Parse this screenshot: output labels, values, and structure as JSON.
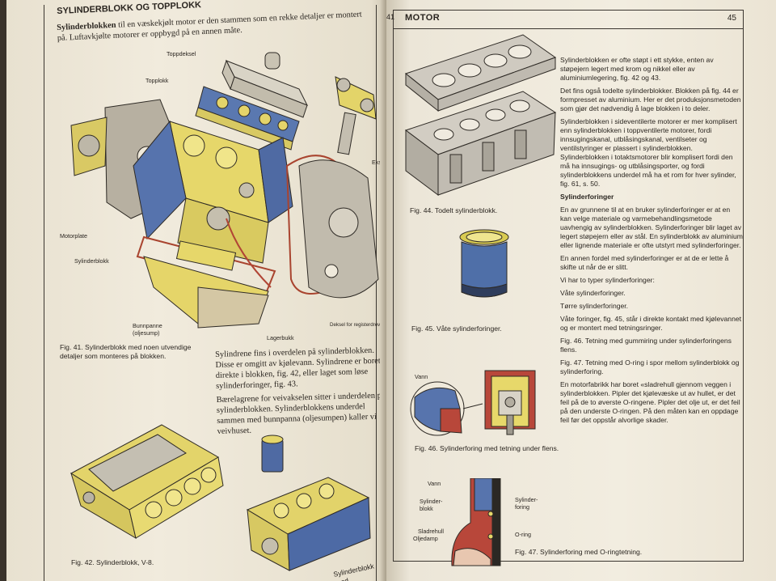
{
  "left_page": {
    "title": "SYLINDERBLOKK OG TOPPLOKK",
    "intro_bold": "Sylinderblokken",
    "intro_rest": " til en væskekjølt motor er den stammen som en rekke detaljer er montert på. Luftavkjølte motorer er oppbygd på en annen måte.",
    "labels": {
      "toppdeksel": "Toppdeksel",
      "topplokk": "Topplokk",
      "motorplate": "Motorplate",
      "sylinderblokk": "Sylinderblokk",
      "bunnpanne": "Bunnpanne",
      "oljesump": "(oljesump)",
      "lagerbukk": "Lagerbukk",
      "deksel": "Deksel for registerdrev",
      "eksos": "Eksos"
    },
    "fig41_caption": "Fig. 41. Sylinderblokk med noen utvendige detaljer som monteres på blokken.",
    "body_p1": "Sylindrene fins i overdelen på sylinderblokken. Disse er omgitt av kjølevann. Sylindrene er boret direkte i blokken, fig. 42, eller laget som løse sylinderforinger, fig. 43.",
    "body_p2": "Bærelagrene for veivakselen sitter i underdelen på sylinderblokken. Sylinderblokkens underdel sammen med bunnpanna (oljesumpen) kaller vi veivhuset.",
    "fig42_caption": "Fig. 42. Sylinderblokk, V-8.",
    "fig43_partial": "Sylinderblokk med"
  },
  "right_page": {
    "corner_number": "41",
    "header_title": "MOTOR",
    "page_number": "45",
    "fig44_caption": "Fig. 44. Todelt sylinderblokk.",
    "fig45_caption": "Fig. 45. Våte sylinderforinger.",
    "fig46_caption": "Fig. 46. Sylinderforing med tetning under flens.",
    "fig46_label": "Vann",
    "fig47_caption": "Fig. 47. Sylinderforing med O-ringtetning.",
    "fig47_labels": {
      "vann": "Vann",
      "sylinderblokk": "Sylinder-\nblokk",
      "sylinderforing": "Sylinder-\nforing",
      "sladrehull": "Sladrehull",
      "oljedamp": "Oljedamp",
      "oring": "O-ring"
    },
    "paragraphs": [
      "Sylinderblokken er ofte støpt i ett stykke, enten av støpejern legert med krom og nikkel eller av aluminiumlegering, fig. 42 og 43.",
      "Det fins også todelte sylinderblokker. Blokken på fig. 44 er formpresset av aluminium. Her er det produksjonsmetoden som gjør det nødvendig å lage blokken i to deler.",
      "Sylinderblokken i sideventilerte motorer er mer komplisert enn sylinderblokken i toppventilerte motorer, fordi innsugingskanal, utblåsingskanal, ventilseter og ventilstyringer er plassert i sylinderblokken. Sylinderblokken i totaktsmotorer blir komplisert fordi den må ha innsugings- og utblåsingsporter, og fordi sylinderblokkens underdel må ha et rom for hver sylinder, fig. 61, s. 50."
    ],
    "section_heading": "Sylinderforinger",
    "section_paragraphs": [
      "En av grunnene til at en bruker sylinderforinger er at en kan velge materiale og varmebehandlingsmetode uavhengig av sylinderblokken. Sylinderforinger blir laget av legert støpejern eller av stål. En sylinderblokk av aluminium eller lignende materiale er ofte utstyrt med sylinderforinger.",
      "En annen fordel med sylinderforinger er at de er lette å skifte ut når de er slitt.",
      "Vi har to typer sylinderforinger:",
      "Våte sylinderforinger.",
      "Tørre sylinderforinger.",
      "Våte foringer, fig. 45, står i direkte kontakt med kjølevannet og er montert med tetningsringer.",
      "Fig. 46. Tetning med gummiring under sylinderforingens flens.",
      "Fig. 47. Tetning med O-ring i spor mellom sylinderblokk og sylinderforing.",
      "En motorfabrikk har boret «sladrehull gjennom veggen i sylinderblokken. Pipler det kjølevæske ut av hullet, er det feil på de to øverste O-ringene. Pipler det olje ut, er det feil på den underste O-ringen. På den måten kan en oppdage feil før det oppstår alvorlige skader."
    ]
  },
  "colors": {
    "yellow": "#e7d86a",
    "blue": "#4f6fa8",
    "grey": "#b7b2a6",
    "red": "#b8473a",
    "paper": "#efe9db"
  }
}
